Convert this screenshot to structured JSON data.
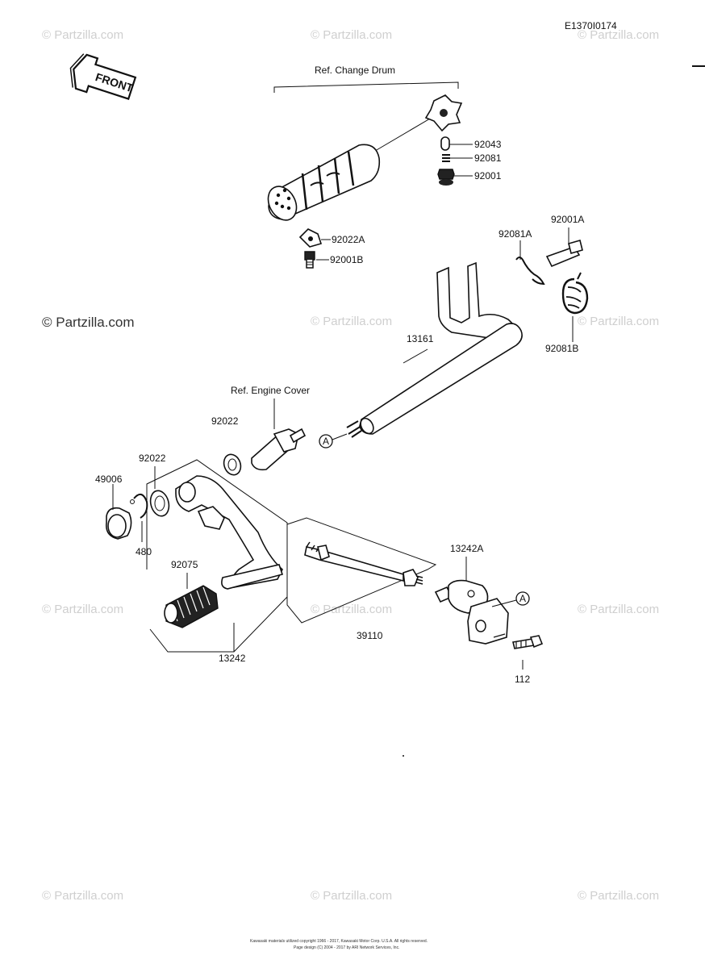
{
  "diagram_code": "E1370I0174",
  "front_marker": "FRONT",
  "references": {
    "change_drum": "Ref. Change Drum",
    "engine_cover": "Ref. Engine Cover"
  },
  "callout_marker": "A",
  "part_labels": {
    "p92043": "92043",
    "p92081": "92081",
    "p92001": "92001",
    "p92022A": "92022A",
    "p92001B": "92001B",
    "p92001A": "92001A",
    "p92081A": "92081A",
    "p92081B": "92081B",
    "p13161": "13161",
    "p92022_upper": "92022",
    "p92022_lower": "92022",
    "p49006": "49006",
    "p480": "480",
    "p92075": "92075",
    "p13242": "13242",
    "p13242A": "13242A",
    "p39110": "39110",
    "p112": "112"
  },
  "watermark": "© Partzilla.com",
  "watermark_main": "© Partzilla.com",
  "footer": {
    "line1": "Kawasaki materials utilized copyright 1966 - 2017, Kawasaki Motor Corp. U.S.A. All rights reserved.",
    "line2": "Page design (C) 2004 - 2017 by ARI Network Services, Inc."
  }
}
